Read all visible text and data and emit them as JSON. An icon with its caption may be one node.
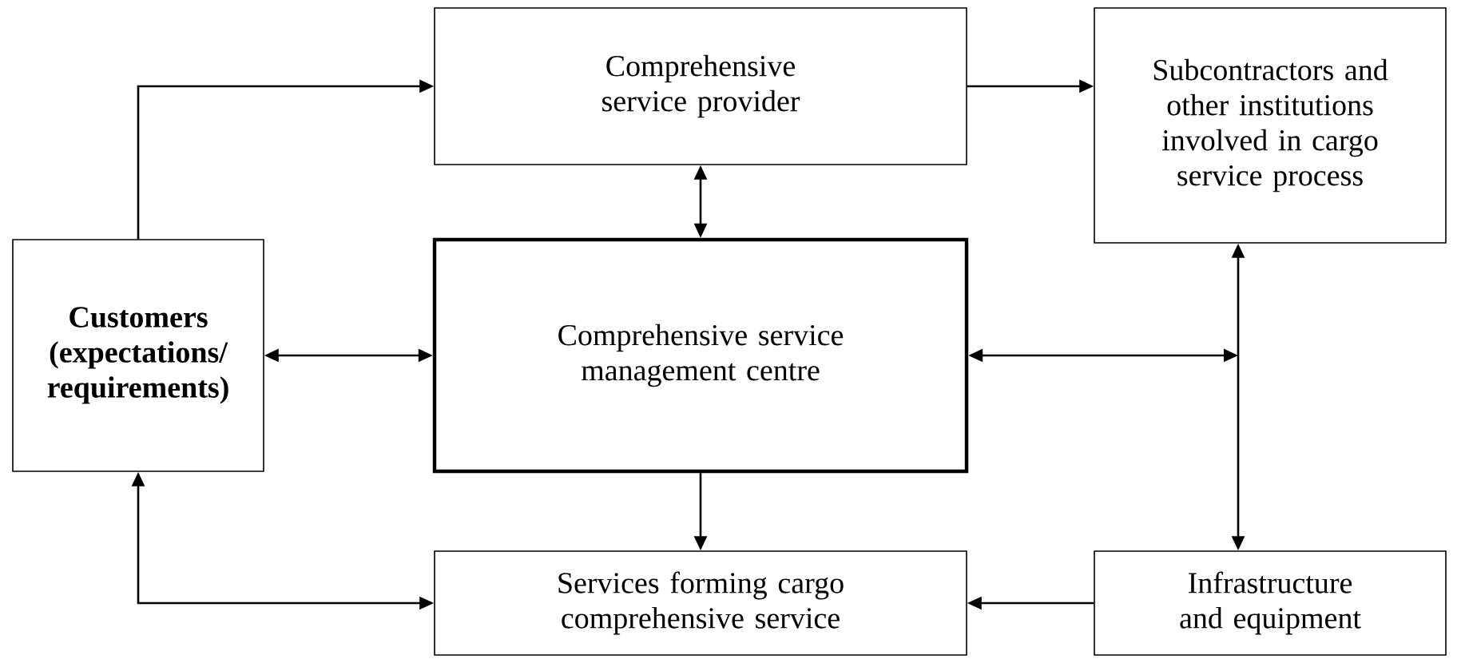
{
  "diagram": {
    "nodes": [
      {
        "text": [
          "**Customers (expectations/ requirements)**"
        ]
      },
      {
        "text": [
          "Comprehensive service provider"
        ]
      },
      {
        "text": [
          "Subcontractors and other institutions involved in cargo service process"
        ]
      },
      {
        "text": [
          "Comprehensive service management centre"
        ]
      },
      {
        "text": [
          "Services forming cargo comprehensive service"
        ]
      },
      {
        "text": [
          "Infrastructure and equipment"
        ]
      }
    ],
    "edges": [
      {
        "from": 0,
        "to": 1,
        "arrow": "to"
      },
      {
        "from": 1,
        "to": 2,
        "arrow": "to"
      },
      {
        "from": 1,
        "to": 3,
        "arrow": "both"
      },
      {
        "from": 0,
        "to": 3,
        "arrow": "both"
      },
      {
        "from": 3,
        "to": null,
        "arrow": "both"
      },
      {
        "from": 2,
        "to": 5,
        "arrow": "both"
      },
      {
        "from": 3,
        "to": 4,
        "arrow": "to"
      },
      {
        "from": 0,
        "to": 4,
        "arrow": "both"
      },
      {
        "from": 5,
        "to": 4,
        "arrow": "to"
      }
    ]
  }
}
